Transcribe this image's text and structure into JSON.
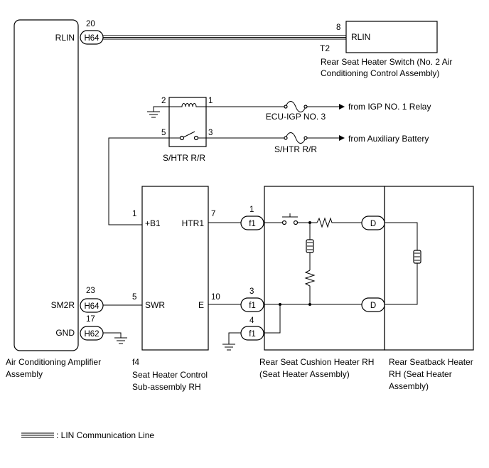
{
  "modules": {
    "ac_amp": {
      "line1": "Air Conditioning Amplifier",
      "line2": "Assembly"
    },
    "switch": {
      "code": "T2",
      "pin": "RLIN",
      "line1": "Rear Seat Heater Switch (No. 2 Air",
      "line2": "Conditioning Control Assembly)"
    },
    "relay": {
      "name": "S/HTR R/R"
    },
    "control": {
      "code": "f4",
      "line1": "Seat Heater Control",
      "line2": "Sub-assembly RH"
    },
    "cushion": {
      "line1": "Rear Seat Cushion Heater RH",
      "line2": "(Seat Heater Assembly)"
    },
    "seatback": {
      "line1": "Rear Seatback Heater",
      "line2": "RH (Seat Heater",
      "line3": "Assembly)"
    }
  },
  "pins": {
    "rlin": "RLIN",
    "sm2r": "SM2R",
    "gnd": "GND",
    "b1": "+B1",
    "htr1": "HTR1",
    "swr": "SWR",
    "e": "E"
  },
  "pin_numbers": {
    "amp_rlin": "20",
    "switch_rlin": "8",
    "relay_2": "2",
    "relay_1": "1",
    "relay_5": "5",
    "relay_3": "3",
    "ctrl_b1": "1",
    "ctrl_htr1": "7",
    "ctrl_swr": "5",
    "ctrl_e": "10",
    "amp_sm2r": "23",
    "amp_gnd": "17",
    "f1_top": "1",
    "f1_mid": "3",
    "f1_bot": "4"
  },
  "connectors": {
    "h64_top": "H64",
    "h64_mid": "H64",
    "h62": "H62",
    "f1_top": "f1",
    "f1_mid": "f1",
    "f1_bot": "f1",
    "d_top": "D",
    "d_bot": "D"
  },
  "fuses": {
    "ecu_igp": "ECU-IGP NO. 3",
    "shtr": "S/HTR R/R"
  },
  "sources": {
    "igp": "from IGP NO. 1 Relay",
    "aux": "from Auxiliary Battery"
  },
  "legend": {
    "label": ": LIN Communication Line"
  }
}
